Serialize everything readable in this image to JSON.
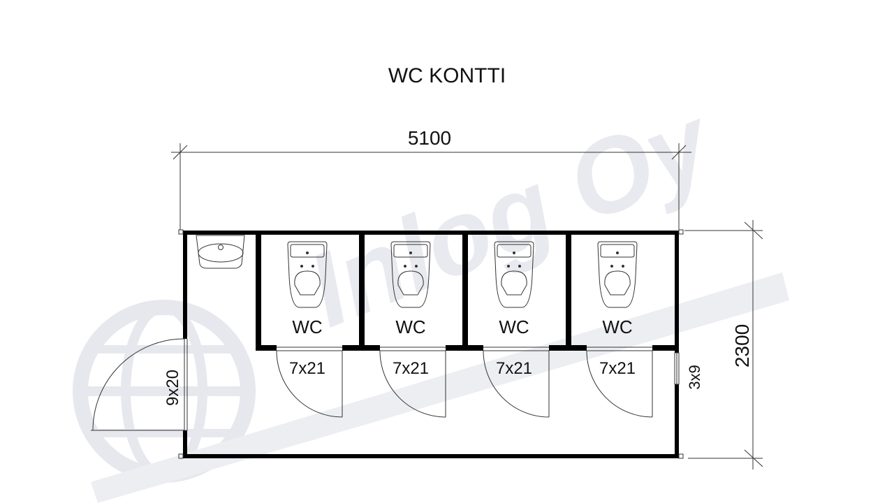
{
  "title": "WC KONTTI",
  "watermark": "Inlog Oy",
  "dimensions": {
    "width": "5100",
    "depth": "2300"
  },
  "entrance_door": "9x20",
  "window": "3x9",
  "stalls": [
    {
      "label": "WC",
      "door": "7x21"
    },
    {
      "label": "WC",
      "door": "7x21"
    },
    {
      "label": "WC",
      "door": "7x21"
    },
    {
      "label": "WC",
      "door": "7x21"
    }
  ],
  "colors": {
    "wall": "#000000",
    "watermark": "#e8eaef"
  }
}
